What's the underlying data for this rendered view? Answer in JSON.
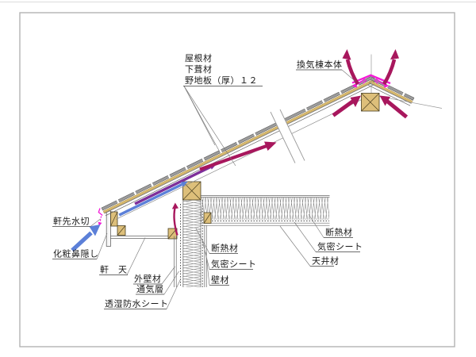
{
  "diagram": {
    "labels": {
      "roof": {
        "roofing": "屋根材",
        "underlayment": "下葺材",
        "sheathing": "野地板（厚）１２"
      },
      "ridge": {
        "vent_body": "換気棟本体"
      },
      "eave": {
        "drip_edge": "軒先水切",
        "fascia": "化粧鼻隠し",
        "soffit": "軒　天"
      },
      "wall": {
        "siding": "外壁材",
        "air_gap": "通気層",
        "breathable_sheet": "透湿防水シート",
        "insulation": "断熱材",
        "airtight_sheet": "気密シート",
        "board": "壁材"
      },
      "ceiling": {
        "insulation": "断熱材",
        "airtight_sheet": "気密シート",
        "board": "天井材"
      }
    },
    "colors": {
      "warm_air_arrow": "#a8175d",
      "cool_air_arrow": "#5c80d8",
      "mid_air_arrow": "#7d2f9a",
      "vent_cap_magenta": "#f31ad6",
      "wood_fill": "#ddbf7a",
      "roofing_gray": "#9c9c9c",
      "underlayment_tan": "#d8ba6e",
      "frame_border": "#b3b3b3"
    }
  }
}
